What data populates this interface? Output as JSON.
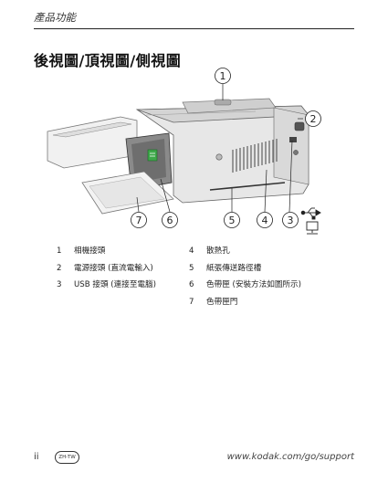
{
  "header": {
    "section": "產品功能"
  },
  "page_title": "後視圖/頂視圖/側視圖",
  "figure": {
    "callouts": [
      "1",
      "2",
      "3",
      "4",
      "5",
      "6",
      "7"
    ],
    "usb_icon": "usb-icon"
  },
  "legend": {
    "left": [
      {
        "num": "1",
        "label": "相機接頭"
      },
      {
        "num": "2",
        "label": "電源接頭 (直流電輸入)"
      },
      {
        "num": "3",
        "label": "USB 接頭 (連接至電腦)"
      }
    ],
    "right": [
      {
        "num": "4",
        "label": "散熱孔"
      },
      {
        "num": "5",
        "label": "紙張傳送路徑槽"
      },
      {
        "num": "6",
        "label": "色帶匣 (安裝方法如圖所示)"
      },
      {
        "num": "7",
        "label": "色帶匣門"
      }
    ]
  },
  "footer": {
    "page_number": "ii",
    "language_badge": "ZH-TW",
    "url": "www.kodak.com/go/support"
  }
}
